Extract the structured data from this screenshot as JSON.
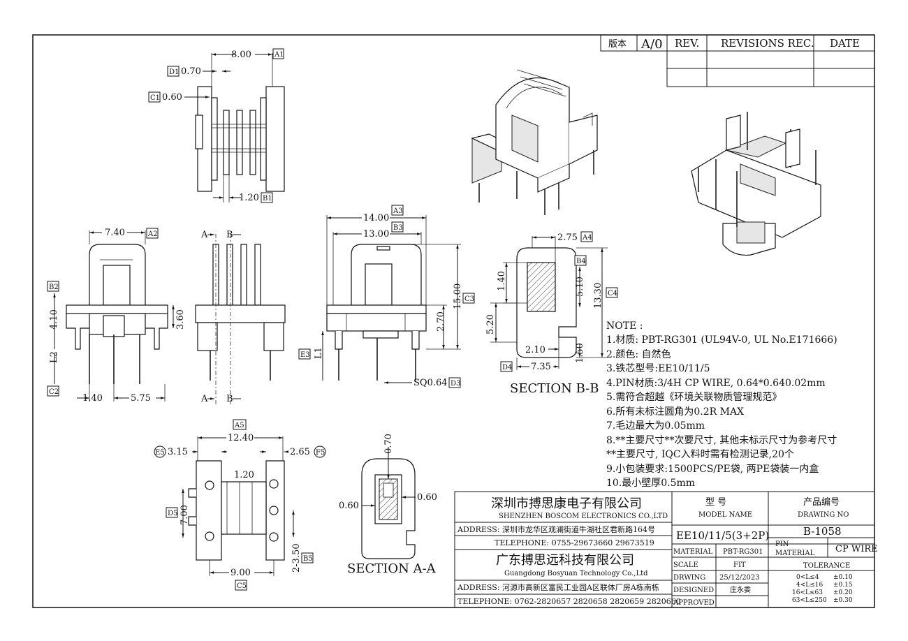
{
  "revision_table": {
    "version_label": "版本",
    "version_value": "A/0",
    "rev_header": "REV.",
    "revisions_header": "REVISIONS REC.",
    "date_header": "DATE"
  },
  "dims": {
    "top_view": {
      "d1_tag": "D1",
      "d1_val": "0.70",
      "c1_tag": "C1",
      "c1_val": "0.60",
      "a1_val": "8.00",
      "a1_tag": "A1",
      "b1_val": "1.20",
      "b1_tag": "B1"
    },
    "front_view": {
      "a2_val": "7.40",
      "a2_tag": "A2",
      "b2_tag": "B2",
      "b2_val": "4.10",
      "l2_val": "L2",
      "c2_tag": "C2",
      "h_val": "3.60",
      "w1_val": "1.40",
      "w2_val": "5.75"
    },
    "side_view": {
      "a_lbl": "A",
      "b_lbl": "B"
    },
    "end_view": {
      "a3_val": "14.00",
      "a3_tag": "A3",
      "b3_val": "13.00",
      "b3_tag": "B3",
      "c3_val": "15.00",
      "c3_tag": "C3",
      "h2_val": "2.70",
      "e3_tag": "E3",
      "l1_val": "L1",
      "sq_val": "SQ0.64",
      "d3_tag": "D3"
    },
    "section_bb": {
      "a4_val": "2.75",
      "a4_tag": "A4",
      "b4_tag": "B4",
      "v1_val": "1.40",
      "v2_val": "5.10",
      "v3_val": "13.30",
      "c4_tag": "C4",
      "v4_val": "5.20",
      "v5_val": "2.10",
      "v6_val": "1.50",
      "d4_tag": "D4",
      "v7_val": "7.35",
      "title": "SECTION B-B"
    },
    "bottom_view": {
      "a5_tag": "A5",
      "a5_val": "12.40",
      "e5_tag": "E5",
      "e5_val": "3.15",
      "f5_val": "2.65",
      "f5_tag": "F5",
      "w_val": "1.20",
      "d5_tag": "D5",
      "d5_val": "7.00",
      "b5_val": "2-3.50",
      "b5_tag": "B5",
      "c5_val": "9.00",
      "c5_tag": "C5"
    },
    "section_aa": {
      "top_val": "0.70",
      "l_val": "0.60",
      "r_val": "0.60",
      "title": "SECTION A-A"
    }
  },
  "notes": {
    "heading": "NOTE :",
    "items": [
      "1.材质: PBT-RG301 (UL94V-0, UL No.E171666)",
      "2.颜色: 自然色",
      "3.铁芯型号:EE10/11/5",
      "4.PIN材质:3/4H CP WIRE, 0.64*0.640.02mm",
      "5.需符合超越《环境关联物质管理规范》",
      "6.所有未标注圆角为0.2R MAX",
      "7.毛边最大为0.05mm",
      "8.**主要尺寸**次要尺寸, 其他未标示尺寸为参考尺寸",
      "  **主要尺寸, IQC入料时需有检测记录,20个",
      "9.小包装要求:1500PCS/PE袋, 两PE袋装一内盒",
      "10.最小壁厚0.5mm"
    ]
  },
  "title_block": {
    "company1_cn": "深圳市搏思康电子有限公司",
    "company1_en": "SHENZHEN BOSCOM ELECTRONICS CO.,LTD",
    "address1": "ADDRESS: 深圳市龙华区观澜街道牛湖社区君新路164号",
    "telephone1": "TELEPHONE: 0755-29673660 29673519",
    "company2_cn": "广东搏思远科技有限公司",
    "company2_en": "Guangdong Bosyuan Technology Co.,Ltd",
    "address2": "ADDRESS: 河源市高新区富民工业园A区联体厂房A栋南栋",
    "telephone2": "TELEPHONE: 0762-2820657 2820658 2820659 2820660",
    "model_label_cn": "型    号",
    "model_label_en": "MODEL NAME",
    "model_value": "EE10/11/5(3+2P)",
    "drawing_label_cn": "产品编号",
    "drawing_label_en": "DRAWING NO",
    "drawing_value": "B-1058",
    "material_label": "MATERIAL",
    "material_value": "PBT-RG301",
    "pin_material_label_1": "PIN",
    "pin_material_label_2": "MATERIAL",
    "pin_material_value": "CP WIRE",
    "scale_label": "SCALE",
    "scale_value": "FIT",
    "tolerance_label": "TOLERANCE",
    "drawing_date_label": "DRWING",
    "drawing_date_value": "25/12/2023",
    "designed_label": "DESIGNED",
    "designed_value": "庄永委",
    "approved_label": "APPROVED",
    "tolerances": [
      {
        "range": "0<L≤4",
        "value": "±0.10"
      },
      {
        "range": "4<L≤16",
        "value": "±0.15"
      },
      {
        "range": "16<L≤63",
        "value": "±0.20"
      },
      {
        "range": "63<L≤250",
        "value": "±0.30"
      }
    ]
  }
}
